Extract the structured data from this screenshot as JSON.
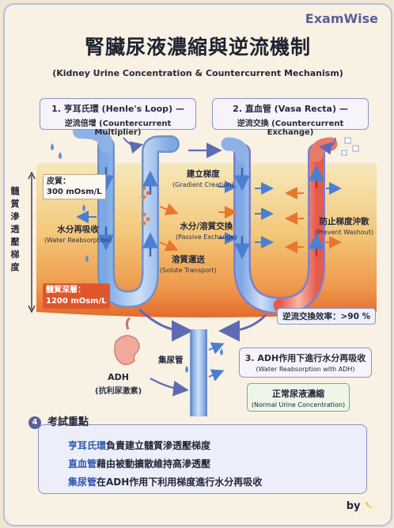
{
  "brand": "ExamWise",
  "title": "腎臟尿液濃縮與逆流機制",
  "subtitle": "(Kidney Urine Concentration & Countercurrent Mechanism)",
  "box1": {
    "line1": "1. 亨耳氏環 (Henle's Loop) —",
    "line2": "逆流倍增 (Countercurrent Multiplier)"
  },
  "box2": {
    "line1": "2. 直血管 (Vasa Recta) —",
    "line2": "逆流交換 (Countercurrent Exchange)"
  },
  "gradient_axis": "髓質滲透壓梯度",
  "cortex": {
    "line1": "皮質：",
    "line2": "300 mOsm/L"
  },
  "medulla": {
    "line1": "髓質深層：",
    "line2": "1200 mOsm/L"
  },
  "labels": {
    "gradient_creation": {
      "zh": "建立梯度",
      "en": "(Gradient Creation)"
    },
    "water_reabsorption": {
      "zh": "水分再吸收",
      "en": "(Water Reabsorption)"
    },
    "passive_exchange": {
      "zh": "水分/溶質交換",
      "en": "(Passive Exchange)"
    },
    "solute_transport": {
      "zh": "溶質運送",
      "en": "(Solute Transport)"
    },
    "prevent_washout": {
      "zh": "防止梯度沖散",
      "en": "(Prevent Washout)"
    },
    "collecting_duct": {
      "zh": "集尿管"
    },
    "adh": {
      "zh": "ADH",
      "en": "(抗利尿激素)"
    }
  },
  "efficiency": "逆流交換效率：>90 %",
  "box3": {
    "line1": "3. ADH作用下進行水分再吸收",
    "line2": "(Water Reabsorption with ADH)"
  },
  "normal": {
    "line1": "正常尿液濃縮",
    "line2": "(Normal Urine Concentration)"
  },
  "key_points": {
    "number": "4",
    "title": "考試重點",
    "items": [
      {
        "term": "亨耳氏環",
        "text": "負責建立髓質滲透壓梯度"
      },
      {
        "term": "直血管",
        "text": "藉由被動擴散維持高滲透壓"
      },
      {
        "term": "集尿管",
        "text": "在ADH作用下利用梯度進行水分再吸收"
      }
    ]
  },
  "signature": "by",
  "colors": {
    "accent": "#5a5f96",
    "water_arrow": "#4a7fd4",
    "solute_arrow": "#e8772e",
    "deep_medulla": "#e0562c",
    "highlight_text": "#2f56b0"
  }
}
